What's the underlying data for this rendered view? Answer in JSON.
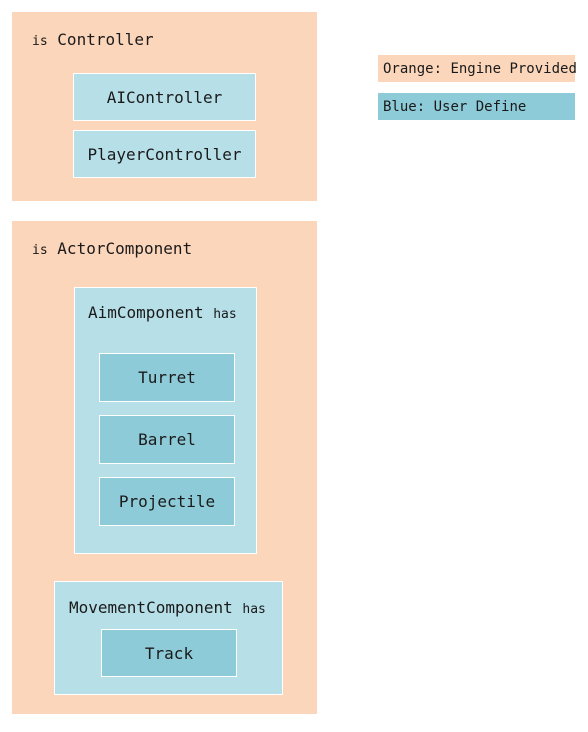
{
  "controller_group": {
    "is_prefix": "is",
    "name": "Controller",
    "children": [
      "AIController",
      "PlayerController"
    ]
  },
  "actor_component_group": {
    "is_prefix": "is",
    "name": "ActorComponent",
    "aim_component": {
      "name": "AimComponent",
      "has_label": "has",
      "children": [
        "Turret",
        "Barrel",
        "Projectile"
      ]
    },
    "movement_component": {
      "name": "MovementComponent",
      "has_label": "has",
      "children": [
        "Track"
      ]
    }
  },
  "legend": {
    "orange_key": "Orange:",
    "orange_value": "Engine Provided",
    "blue_key": "Blue:",
    "blue_value": "User Define"
  },
  "colors": {
    "orange": "#fbd6bb",
    "light_blue": "#b6dfe8",
    "dark_blue": "#8ecbd8"
  }
}
